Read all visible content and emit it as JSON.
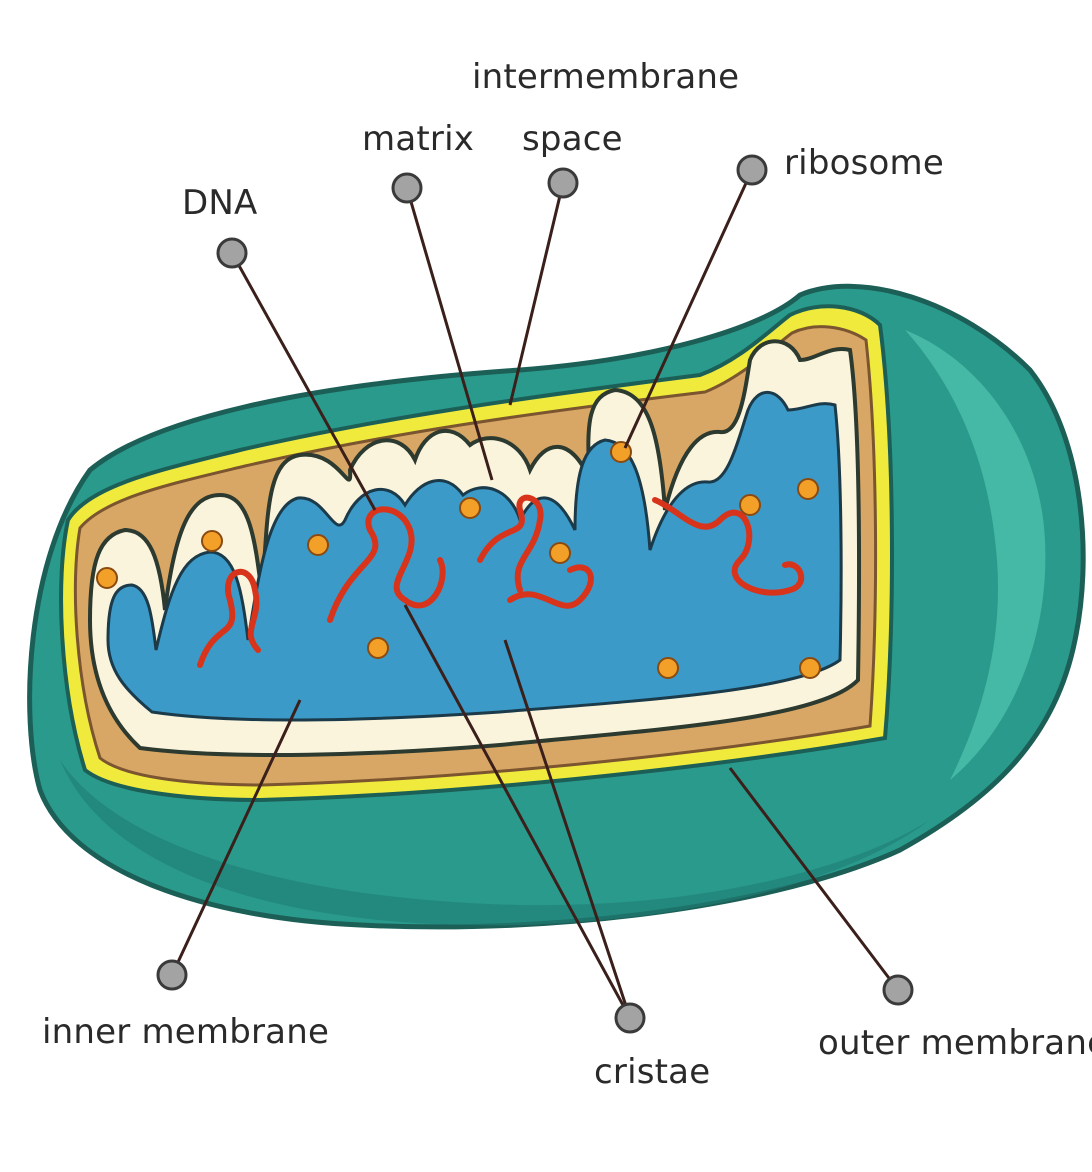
{
  "labels": {
    "intermembrane_line1": "intermembrane",
    "intermembrane_line2": "space",
    "matrix": "matrix",
    "dna": "DNA",
    "ribosome": "ribosome",
    "inner_membrane": "inner membrane",
    "cristae": "cristae",
    "outer_membrane": "outer membrane"
  },
  "colors": {
    "outer_shell": "#2a9a8c",
    "outer_shell_dark": "#1f7f74",
    "outer_shell_light": "#4fc3ad",
    "yellow_membrane": "#f0ea3c",
    "tan_intermembrane": "#d9a765",
    "inner_membrane_cream": "#fbf4dc",
    "matrix_blue": "#3b9ac8",
    "dna_red": "#d8341c",
    "ribosome_orange": "#f3a028",
    "leader_line": "#3a1f1a",
    "marker_gray": "#a3a3a3"
  }
}
